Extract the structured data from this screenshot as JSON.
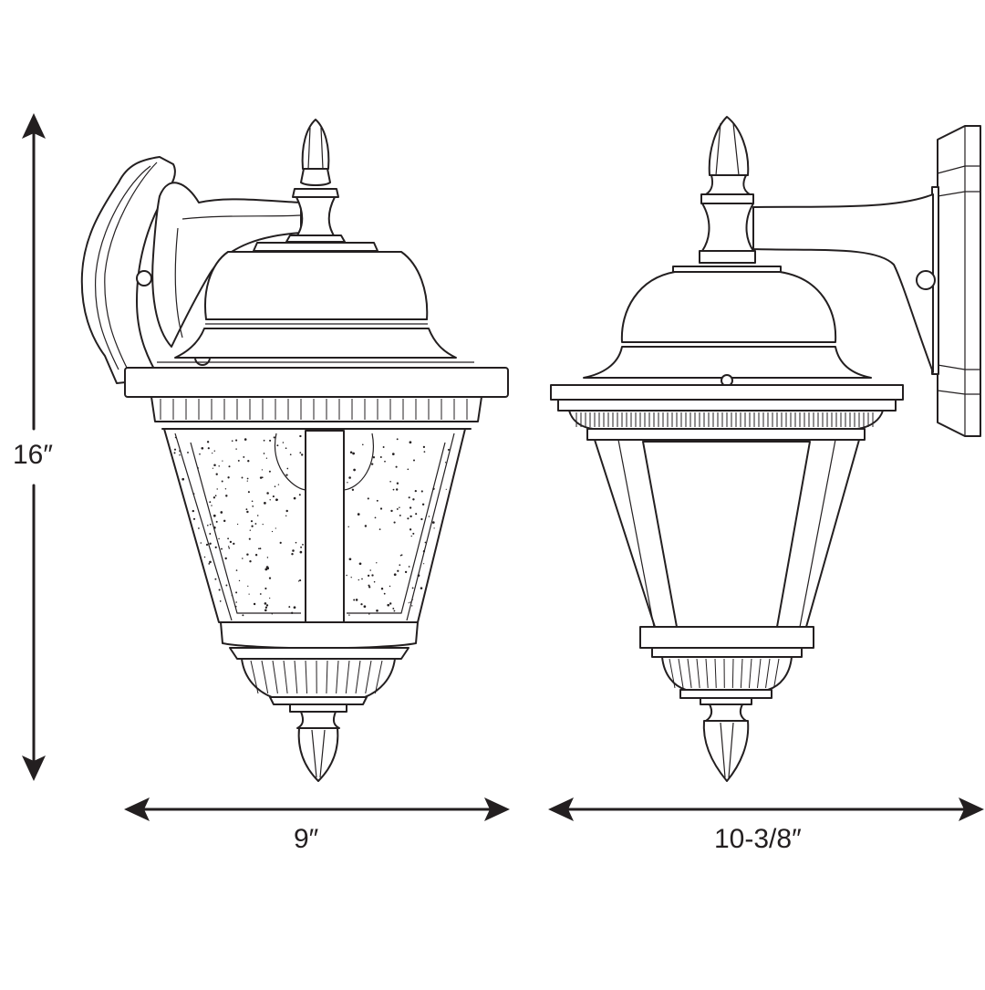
{
  "diagram": {
    "type": "product dimension drawing",
    "subject": "outdoor wall lantern",
    "colors": {
      "line": "#231f20",
      "background": "#ffffff"
    },
    "views": [
      {
        "name": "front view",
        "glass": "seeded glass",
        "width_label": "9″"
      },
      {
        "name": "side view",
        "glass": "clear/frosted panel",
        "width_label": "10-3/8″"
      }
    ],
    "dimensions": {
      "height": "16″",
      "front_width": "9″",
      "side_depth": "10-3/8″"
    }
  }
}
